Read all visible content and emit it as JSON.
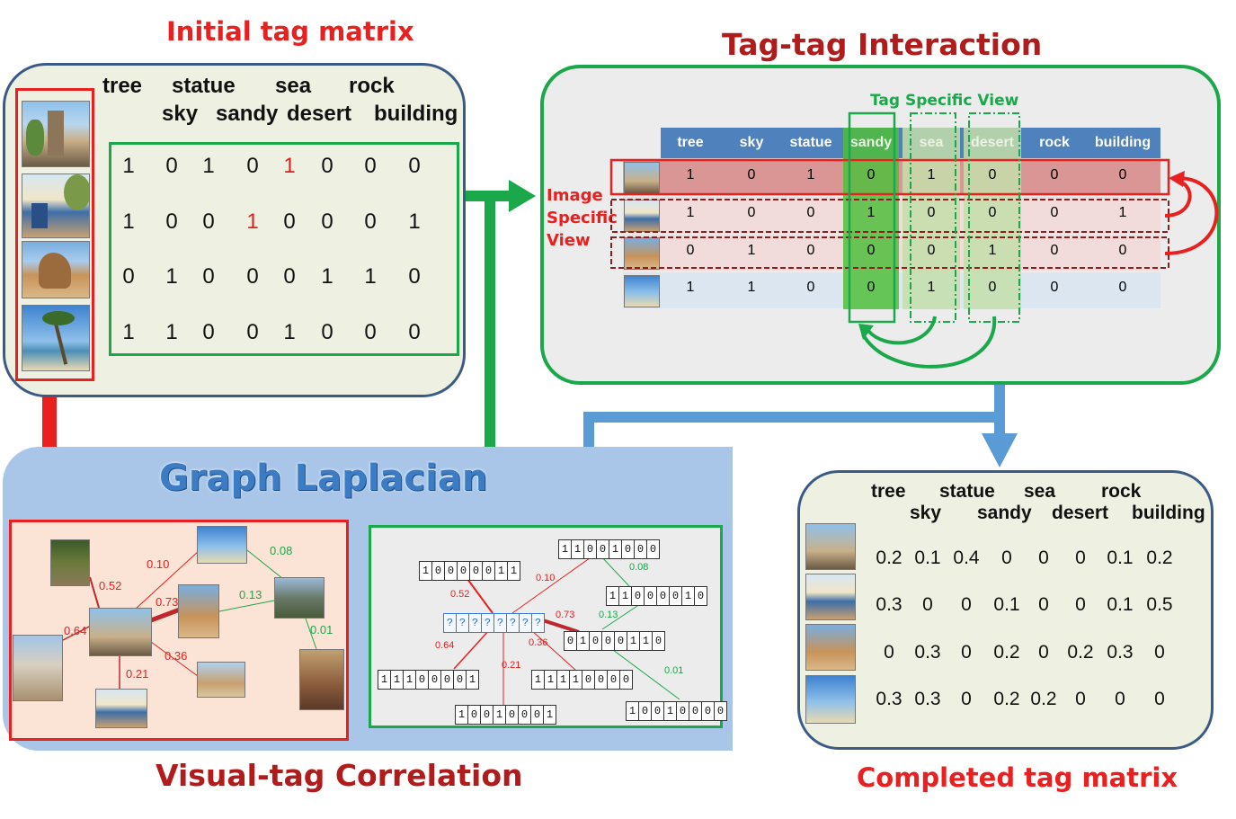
{
  "titles": {
    "initial": "Initial tag matrix",
    "interaction": "Tag-tag Interaction",
    "laplacian": "Graph Laplacian",
    "visual": "Visual-tag Correlation",
    "completed": "Completed tag matrix"
  },
  "tags_row1": [
    "tree",
    "statue",
    "sea",
    "rock"
  ],
  "tags_row2": [
    "sky",
    "sandy",
    "desert",
    "building"
  ],
  "tags": [
    "tree",
    "sky",
    "statue",
    "sandy",
    "sea",
    "desert",
    "rock",
    "building"
  ],
  "initial_matrix": [
    [
      "1",
      "0",
      "1",
      "0",
      "1",
      "0",
      "0",
      "0"
    ],
    [
      "1",
      "0",
      "0",
      "1",
      "0",
      "0",
      "0",
      "1"
    ],
    [
      "0",
      "1",
      "0",
      "0",
      "0",
      "1",
      "1",
      "0"
    ],
    [
      "1",
      "1",
      "0",
      "0",
      "1",
      "0",
      "0",
      "0"
    ]
  ],
  "interaction": {
    "tag_specific_view": "Tag Specific View",
    "image_specific_view": [
      "Image",
      "Specific",
      "View"
    ],
    "matrix": [
      [
        "1",
        "0",
        "1",
        "0",
        "1",
        "0",
        "0",
        "0"
      ],
      [
        "1",
        "0",
        "0",
        "1",
        "0",
        "0",
        "0",
        "1"
      ],
      [
        "0",
        "1",
        "0",
        "0",
        "0",
        "1",
        "0",
        "0"
      ],
      [
        "1",
        "1",
        "0",
        "0",
        "1",
        "0",
        "0",
        "0"
      ]
    ]
  },
  "completed_matrix": [
    [
      "0.2",
      "0.1",
      "0.4",
      "0",
      "0",
      "0",
      "0.1",
      "0.2"
    ],
    [
      "0.3",
      "0",
      "0",
      "0.1",
      "0",
      "0",
      "0.1",
      "0.5"
    ],
    [
      "0",
      "0.3",
      "0",
      "0.2",
      "0",
      "0.2",
      "0.3",
      "0"
    ],
    [
      "0.3",
      "0.3",
      "0",
      "0.2",
      "0.2",
      "0",
      "0",
      "0"
    ]
  ],
  "visual_weights": [
    "0.52",
    "0.10",
    "0.73",
    "0.08",
    "0.13",
    "0.64",
    "0.36",
    "0.21",
    "0.01"
  ],
  "vectors": {
    "query": [
      "?",
      "?",
      "?",
      "?",
      "?",
      "?",
      "?",
      "?"
    ],
    "v_top_right": [
      "1",
      "1",
      "0",
      "0",
      "1",
      "0",
      "0",
      "0"
    ],
    "v_top_left": [
      "1",
      "0",
      "0",
      "0",
      "0",
      "0",
      "1",
      "1"
    ],
    "v_right": [
      "1",
      "1",
      "0",
      "0",
      "0",
      "0",
      "1",
      "0"
    ],
    "v_mid_right": [
      "0",
      "1",
      "0",
      "0",
      "0",
      "1",
      "1",
      "0"
    ],
    "v_bottom_left": [
      "1",
      "1",
      "1",
      "0",
      "0",
      "0",
      "0",
      "1"
    ],
    "v_bottom_mid": [
      "1",
      "1",
      "1",
      "1",
      "0",
      "0",
      "0",
      "0"
    ],
    "v_bottom": [
      "1",
      "0",
      "0",
      "1",
      "0",
      "0",
      "0",
      "1"
    ],
    "v_bottom_right": [
      "1",
      "0",
      "0",
      "1",
      "0",
      "0",
      "0",
      "0"
    ]
  },
  "colors": {
    "red": "#e8201f",
    "dark_red": "#b01c1c",
    "green": "#1aa84a",
    "blue_arrow": "#5b9bd5",
    "panel_bg": "#eef1e1",
    "laplacian_bg": "#a9c6e8",
    "laplacian_title": "#3b7cc4"
  }
}
